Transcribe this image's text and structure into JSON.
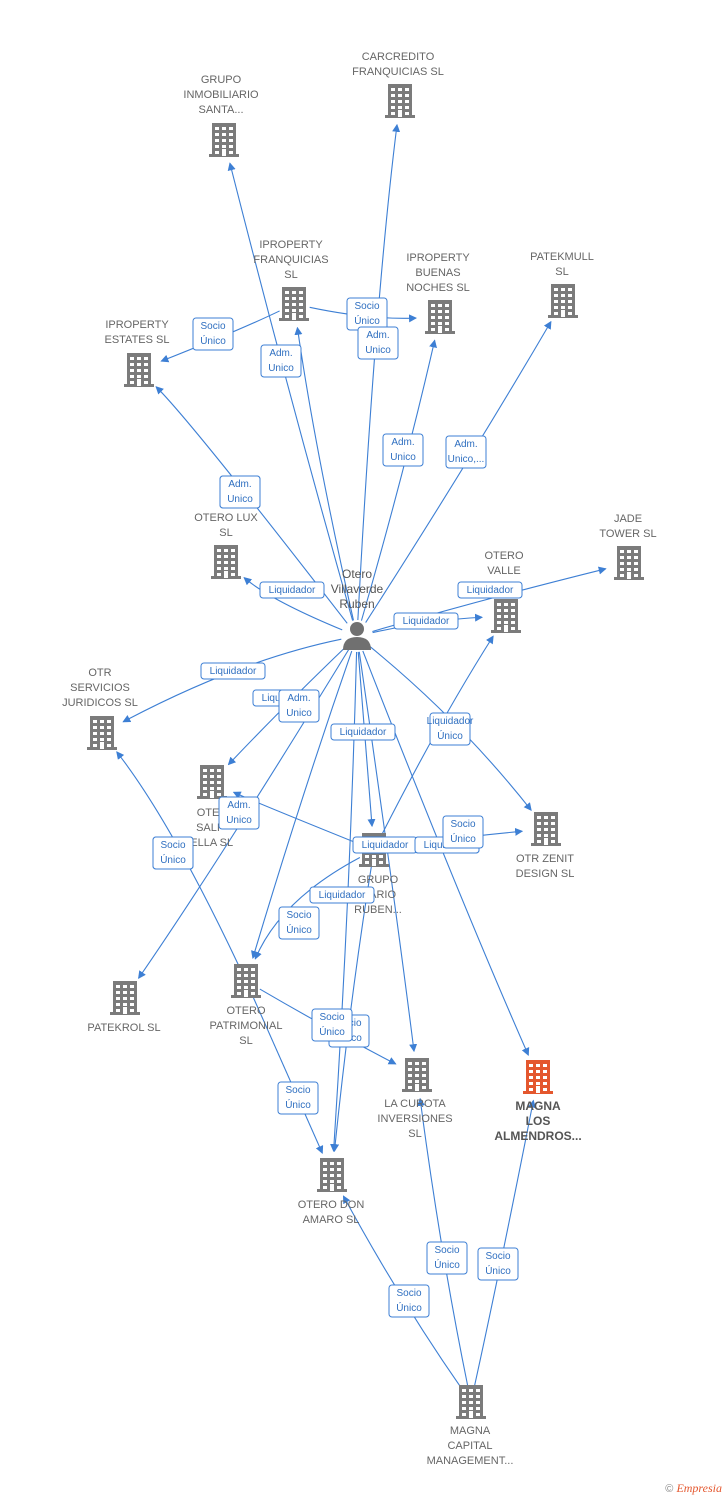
{
  "person": {
    "id": "ruben",
    "lines": [
      "Otero",
      "Villaverde",
      "Ruben"
    ]
  },
  "companies": [
    {
      "id": "grupo_santa",
      "lines": [
        "GRUPO",
        "INMOBILIARIO",
        "SANTA..."
      ]
    },
    {
      "id": "carcredito",
      "lines": [
        "CARCREDITO",
        "FRANQUICIAS SL"
      ]
    },
    {
      "id": "ip_franq",
      "lines": [
        "IPROPERTY",
        "FRANQUICIAS",
        "SL"
      ]
    },
    {
      "id": "ip_buenas",
      "lines": [
        "IPROPERTY",
        "BUENAS",
        "NOCHES  SL"
      ]
    },
    {
      "id": "patekmull",
      "lines": [
        "PATEKMULL",
        "SL"
      ]
    },
    {
      "id": "ip_estates",
      "lines": [
        "IPROPERTY",
        "ESTATES  SL"
      ]
    },
    {
      "id": "otero_lux",
      "lines": [
        "OTERO LUX",
        "SL"
      ]
    },
    {
      "id": "jade",
      "lines": [
        "JADE",
        "TOWER  SL"
      ]
    },
    {
      "id": "otero_valle",
      "lines": [
        "OTERO",
        "VALLE",
        "SL"
      ]
    },
    {
      "id": "otr_serv",
      "lines": [
        "OTR",
        "SERVICIOS",
        "JURIDICOS  SL"
      ]
    },
    {
      "id": "otero_sal",
      "lines": [
        "OTE",
        "SALI",
        "BELLA  SL"
      ]
    },
    {
      "id": "otr_zenit",
      "lines": [
        "OTR ZENIT",
        "DESIGN  SL"
      ]
    },
    {
      "id": "grupo_ruben",
      "lines": [
        "GRUPO",
        "LIARIO",
        "RUBEN..."
      ]
    },
    {
      "id": "patekrol",
      "lines": [
        "PATEKROL  SL"
      ]
    },
    {
      "id": "otero_patr",
      "lines": [
        "OTERO",
        "PATRIMONIAL",
        "SL"
      ]
    },
    {
      "id": "la_curota",
      "lines": [
        "LA CUROTA",
        "INVERSIONES",
        "SL"
      ]
    },
    {
      "id": "magna_alm",
      "lines": [
        "MAGNA",
        "LOS",
        "ALMENDROS..."
      ],
      "focus": true
    },
    {
      "id": "otero_don",
      "lines": [
        "OTERO DON",
        "AMARO  SL"
      ]
    },
    {
      "id": "magna_cap",
      "lines": [
        "MAGNA",
        "CAPITAL",
        "MANAGEMENT..."
      ]
    }
  ],
  "edges": [
    {
      "from": "ruben",
      "to": "grupo_santa",
      "lines": [
        "Adm.",
        "Unico"
      ]
    },
    {
      "from": "ruben",
      "to": "carcredito",
      "lines": [
        "Socio",
        "Único"
      ]
    },
    {
      "from": "ruben",
      "to": "ip_franq",
      "lines": [
        "Adm.",
        "Unico"
      ]
    },
    {
      "from": "ruben",
      "to": "ip_buenas",
      "lines": [
        "Adm.",
        "Unico"
      ]
    },
    {
      "from": "ruben",
      "to": "patekmull",
      "lines": [
        "Adm.",
        "Unico,..."
      ]
    },
    {
      "from": "ruben",
      "to": "ip_estates",
      "lines": [
        "Adm.",
        "Unico"
      ]
    },
    {
      "from": "ip_franq",
      "to": "ip_estates",
      "lines": [
        "Socio",
        "Único"
      ]
    },
    {
      "from": "ip_franq",
      "to": "ip_buenas",
      "lines": [
        "Adm.",
        "Unico"
      ]
    },
    {
      "from": "ruben",
      "to": "otero_lux",
      "lines": [
        "Liquidador"
      ]
    },
    {
      "from": "ruben",
      "to": "jade",
      "lines": [
        "Liquidador"
      ]
    },
    {
      "from": "ruben",
      "to": "otero_valle",
      "lines": [
        "Liquidador"
      ]
    },
    {
      "from": "ruben",
      "to": "otr_serv",
      "lines": [
        "Liquidador"
      ]
    },
    {
      "from": "ruben",
      "to": "otero_sal",
      "lines": [
        "Liquidador"
      ]
    },
    {
      "from": "ruben",
      "to": "otr_zenit",
      "lines": [
        "Liquidador"
      ]
    },
    {
      "from": "ruben",
      "to": "grupo_ruben",
      "lines": [
        "Liquidador"
      ]
    },
    {
      "from": "ruben",
      "to": "patekrol",
      "lines": [
        "Adm.",
        "Unico"
      ]
    },
    {
      "from": "ruben",
      "to": "otero_patr",
      "lines": [
        "Adm.",
        "Unico"
      ]
    },
    {
      "from": "ruben",
      "to": "la_curota",
      "lines": [
        "Liquidador"
      ]
    },
    {
      "from": "ruben",
      "to": "magna_alm",
      "lines": [
        "Liquidador"
      ]
    },
    {
      "from": "ruben",
      "to": "otero_don",
      "lines": [
        "Liquidador"
      ]
    },
    {
      "from": "grupo_ruben",
      "to": "otero_valle",
      "lines": [
        "Liquidador",
        "Único"
      ]
    },
    {
      "from": "grupo_ruben",
      "to": "otr_zenit",
      "lines": [
        "Socio",
        "Único"
      ]
    },
    {
      "from": "otero_patr",
      "to": "otr_serv",
      "lines": [
        "Socio",
        "Único"
      ]
    },
    {
      "from": "otero_patr",
      "to": "la_curota",
      "lines": [
        "Socio",
        "Único"
      ]
    },
    {
      "from": "otero_patr",
      "to": "otero_don",
      "lines": [
        "Socio",
        "Único"
      ]
    },
    {
      "from": "grupo_ruben",
      "to": "otero_patr",
      "lines": [
        "Socio",
        "Único"
      ]
    },
    {
      "from": "grupo_ruben",
      "to": "otero_sal",
      "lines": [
        "Adm.",
        "Unico"
      ]
    },
    {
      "from": "grupo_ruben",
      "to": "otero_don",
      "lines": [
        "Socio",
        "Único"
      ]
    },
    {
      "from": "magna_cap",
      "to": "otero_don",
      "lines": [
        "Socio",
        "Único"
      ]
    },
    {
      "from": "magna_cap",
      "to": "la_curota",
      "lines": [
        "Socio",
        "Único"
      ]
    },
    {
      "from": "magna_cap",
      "to": "magna_alm",
      "lines": [
        "Socio",
        "Único"
      ]
    }
  ],
  "colors": {
    "edge": "#3d7fd4",
    "building": "#7b7b7b",
    "focus": "#e4572e",
    "person": "#707070"
  },
  "credit": {
    "symbol": "©",
    "brand": "Empresia"
  }
}
